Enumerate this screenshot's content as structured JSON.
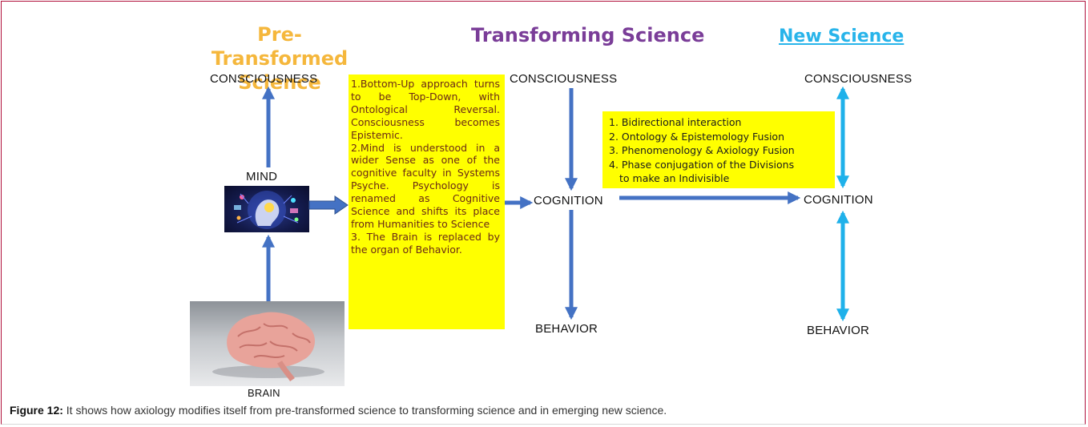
{
  "headings": {
    "pre_transformed": "Pre-Transformed Science",
    "transforming": "Transforming Science",
    "new": "New Science"
  },
  "pre_column": {
    "top": "CONSCIOUSNESS",
    "middle": "MIND",
    "bottom": "BRAIN"
  },
  "transforming_column": {
    "top": "CONSCIOUSNESS",
    "middle": "COGNITION",
    "bottom": "BEHAVIOR"
  },
  "new_column": {
    "top": "CONSCIOUSNESS",
    "middle": "COGNITION",
    "bottom": "BEHAVIOR"
  },
  "transforming_notes": [
    "1.Bottom-Up approach turns to be Top-Down, with Ontological Reversal. Consciousness becomes Epistemic.",
    "2.Mind is understood in a wider Sense as one of the cognitive faculty in Systems Psyche. Psychology is renamed as Cognitive Science and shifts its place from Humanities to Science",
    "3. The Brain is replaced by the organ of Behavior."
  ],
  "new_science_notes": [
    "1. Bidirectional interaction",
    "2. Ontology & Epistemology Fusion",
    "3. Phenomenology & Axiology Fusion",
    "4. Phase conjugation of the Divisions",
    "to make an  Indivisible"
  ],
  "caption": {
    "label": "Figure 12:",
    "text": " It shows how axiology modifies itself from pre-transformed science to transforming science and in emerging new science."
  },
  "colors": {
    "arrow_blue": "#4472c4",
    "arrow_cyan": "#1fb1ea",
    "note_yellow": "#ffff00",
    "heading_orange": "#f5b73c",
    "heading_purple": "#7a3d98",
    "heading_cyan": "#28b4ea",
    "frame_border": "#b0103a"
  }
}
